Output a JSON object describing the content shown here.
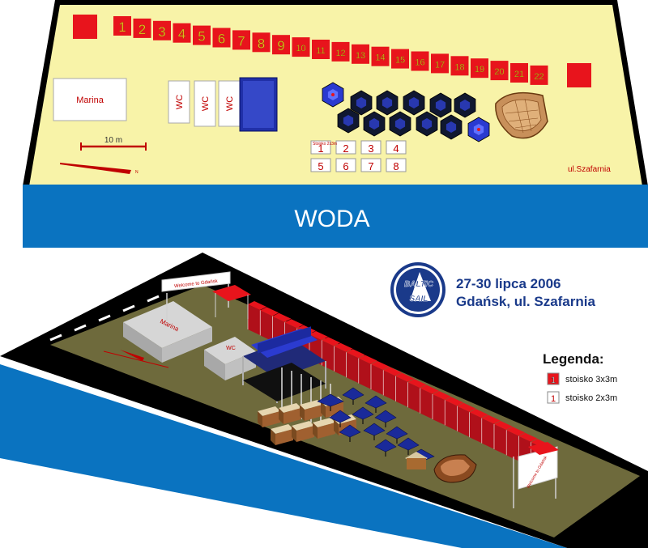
{
  "plan": {
    "stall_numbers": [
      "1",
      "2",
      "3",
      "4",
      "5",
      "6",
      "7",
      "8",
      "9",
      "10",
      "11",
      "12",
      "13",
      "14",
      "15",
      "16",
      "17",
      "18",
      "19",
      "20",
      "21",
      "22"
    ],
    "marina": "Marina",
    "wc": [
      "WC",
      "WC",
      "WC"
    ],
    "scale": "10 m",
    "small_stalls_note": "Stoisko 2x3m",
    "small_stalls": [
      "1",
      "2",
      "3",
      "4",
      "5",
      "6",
      "7",
      "8"
    ],
    "street": "ul.Szafarnia",
    "water": "WODA"
  },
  "event": {
    "logo_line1": "BALTIC",
    "logo_line2": "SAIL",
    "dates": "27-30 lipca 2006",
    "location": "Gdańsk, ul. Szafarnia"
  },
  "legend": {
    "title": "Legenda:",
    "items": [
      {
        "marker": "1",
        "label": "stoisko 3x3m",
        "color": "#e8141c"
      },
      {
        "marker": "1",
        "label": "stoisko 2x3m",
        "color": "#ffffff"
      }
    ]
  },
  "scene": {
    "gate_left": "Welcome to Gdańsk",
    "gate_right": "Welcome to Gdańsk",
    "marina": "Marina",
    "wc": "WC"
  },
  "colors": {
    "sand": "#f8f3a8",
    "water": "#0a73c0",
    "stall_red": "#e8141c",
    "ground": "#6e6a3c",
    "accent_blue": "#2030a8"
  }
}
